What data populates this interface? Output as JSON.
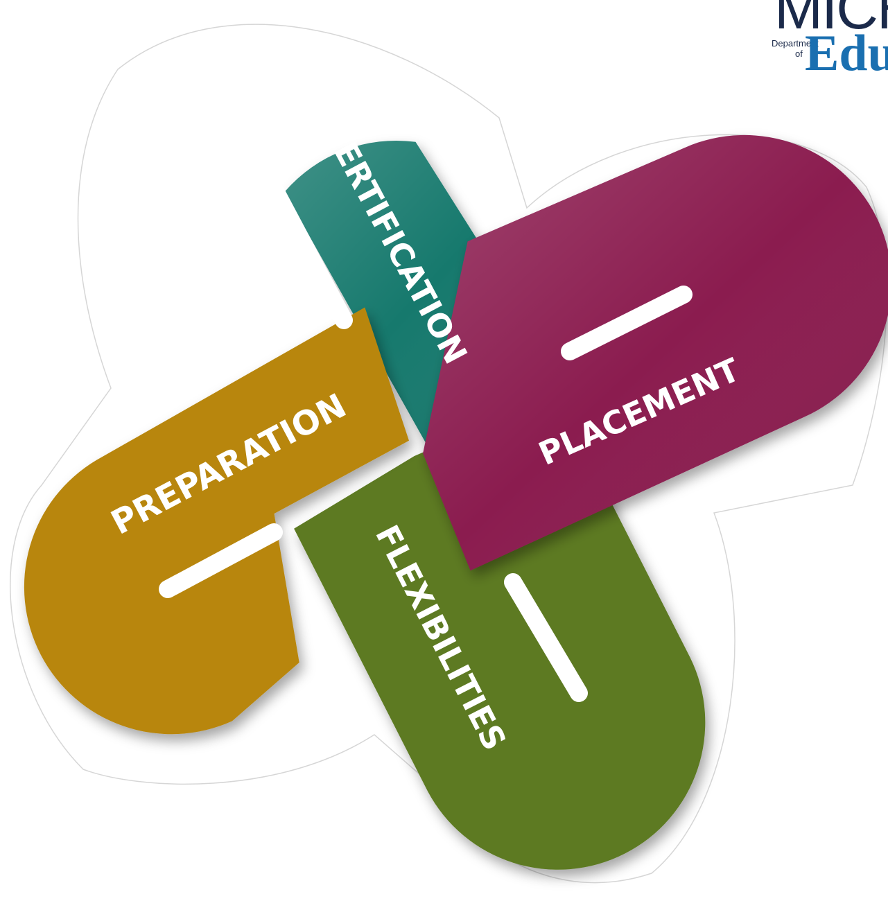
{
  "logo": {
    "state_text": "MICH",
    "department_text": "Department",
    "of_text": "of",
    "edu_text": "Edu"
  },
  "loops": [
    {
      "label": "CERTIFICATION",
      "color": "#17796d"
    },
    {
      "label": "PLACEMENT",
      "color": "#8b1a4f"
    },
    {
      "label": "FLEXIBILITIES",
      "color": "#5d7a22"
    },
    {
      "label": "PREPARATION",
      "color": "#b8860f"
    }
  ]
}
